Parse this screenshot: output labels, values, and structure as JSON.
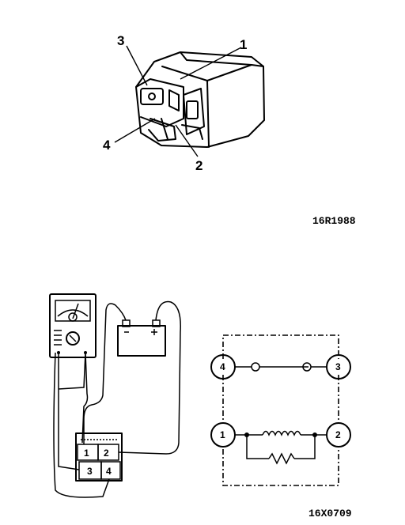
{
  "relay_figure": {
    "pin_labels": [
      "1",
      "2",
      "3",
      "4"
    ],
    "code": "16R1988"
  },
  "test_figure": {
    "meter_box_pins": [
      "1",
      "2",
      "3",
      "4"
    ],
    "circuit_nodes": [
      "4",
      "3",
      "1",
      "2"
    ],
    "code": "16X0709"
  }
}
